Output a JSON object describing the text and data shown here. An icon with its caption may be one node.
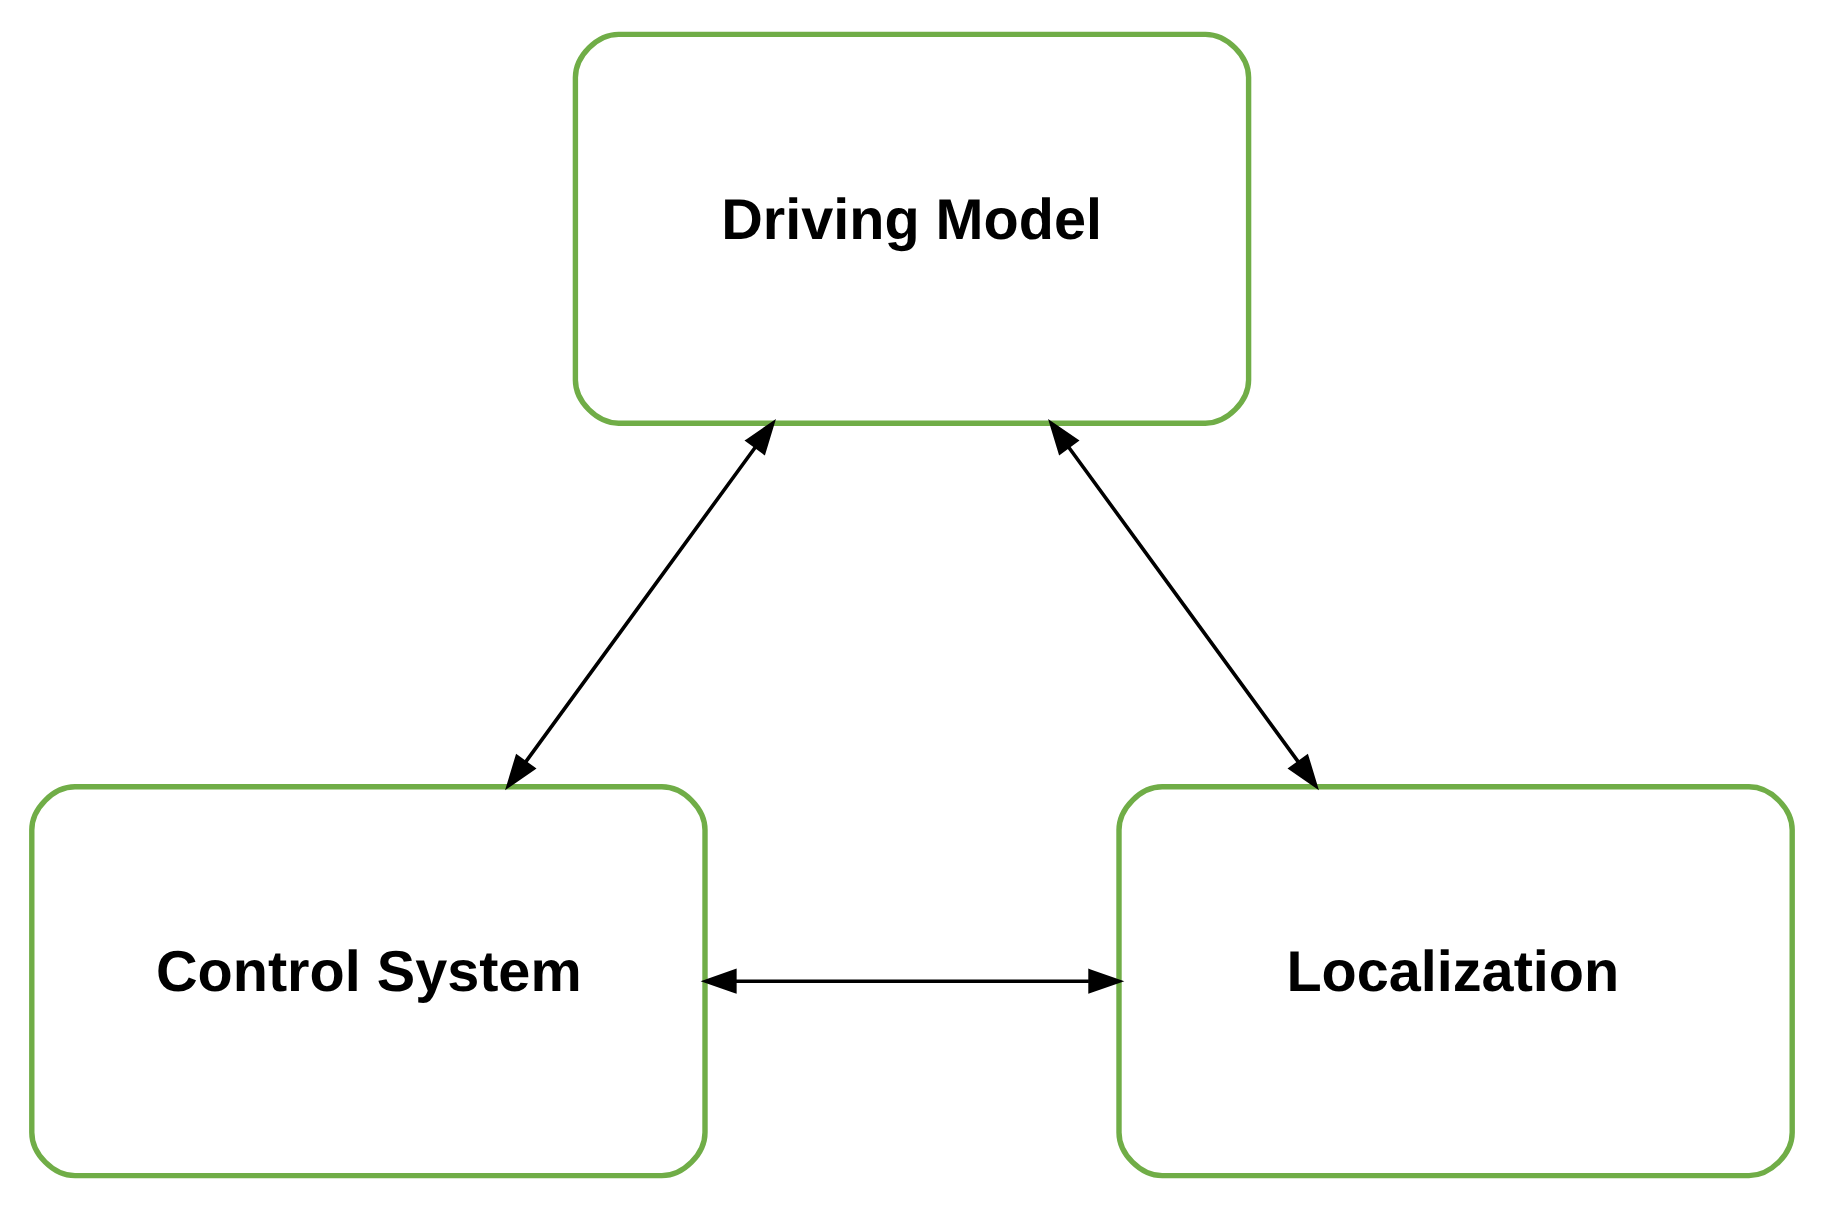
{
  "diagram": {
    "nodes": [
      {
        "text": [
          "Driving Model"
        ]
      },
      {
        "text": [
          "Control System"
        ]
      },
      {
        "text": [
          "Localization"
        ]
      }
    ],
    "edges": [
      {
        "from": 0,
        "to": 1,
        "arrow": "both"
      },
      {
        "from": 0,
        "to": 2,
        "arrow": "both"
      },
      {
        "from": 1,
        "to": 2,
        "arrow": "both"
      }
    ]
  }
}
